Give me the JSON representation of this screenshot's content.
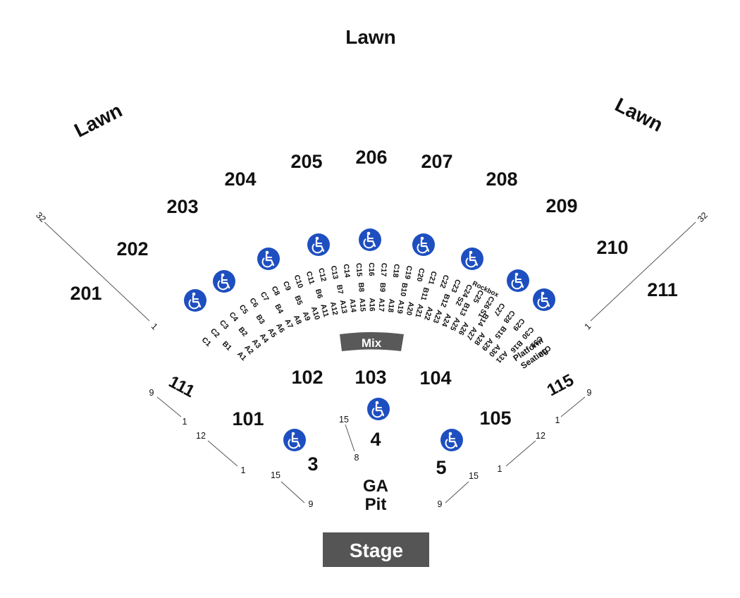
{
  "lawn_labels": {
    "top": "Lawn",
    "left": "Lawn",
    "right": "Lawn"
  },
  "upper_sections": [
    "201",
    "202",
    "203",
    "204",
    "205",
    "206",
    "207",
    "208",
    "209",
    "210",
    "211"
  ],
  "lower_sections": {
    "s111": "111",
    "s101": "101",
    "s102": "102",
    "s103": "103",
    "s104": "104",
    "s105": "105",
    "s115": "115"
  },
  "pit_sections": {
    "s3": "3",
    "s4": "4",
    "s5": "5"
  },
  "ga_pit": {
    "line1": "GA",
    "line2": "Pit"
  },
  "mix_label": "Mix",
  "stage_label": "Stage",
  "platform_seating": {
    "line1": "Platform",
    "line2": "Seating"
  },
  "rockbox_label": "Rockbox",
  "row_markers": {
    "upper_left": {
      "start": "32",
      "end": "1"
    },
    "upper_right": {
      "start": "32",
      "end": "1"
    },
    "s111": {
      "start": "9",
      "end": "1"
    },
    "s101": {
      "start": "12",
      "end": "1"
    },
    "s3": {
      "start": "15",
      "end": "9"
    },
    "s4": {
      "start": "15",
      "end": "8"
    },
    "s5": {
      "start": "15",
      "end": "9"
    },
    "s105": {
      "start": "12",
      "end": "1"
    },
    "s115": {
      "start": "9",
      "end": "1"
    }
  },
  "box_seats": {
    "c_row": [
      "C1",
      "C2",
      "C3",
      "C4",
      "C5",
      "C6",
      "C7",
      "C8",
      "C9",
      "C10",
      "C11",
      "C12",
      "C13",
      "C14",
      "C15",
      "C16",
      "C17",
      "C18",
      "C19",
      "C20",
      "C21",
      "C22",
      "C23",
      "C24",
      "C25",
      "C26",
      "C27",
      "C28",
      "C29",
      "C30",
      "C31",
      "C32"
    ],
    "b_row": [
      "B1",
      "B2",
      "B3",
      "B4",
      "B5",
      "B6",
      "B7",
      "B8",
      "B9",
      "B10",
      "B11",
      "B12",
      "B13",
      "B14",
      "B15",
      "B16"
    ],
    "a_row": [
      "A1",
      "A2",
      "A3",
      "A4",
      "A5",
      "A6",
      "A7",
      "A8",
      "A9",
      "A10",
      "A11",
      "A12",
      "A13",
      "A14",
      "A15",
      "A16",
      "A17",
      "A18",
      "A19",
      "A20",
      "A21",
      "A22",
      "A23",
      "A24",
      "A25",
      "A26",
      "A27",
      "A28",
      "A29",
      "A30",
      "A31"
    ],
    "s_row": [
      "S1",
      "S2"
    ]
  },
  "colors": {
    "accessible": "#1e4fc0",
    "stage": "#555555",
    "mix": "#595959",
    "text": "#111111"
  },
  "accessible_icon": "wheelchair-icon"
}
